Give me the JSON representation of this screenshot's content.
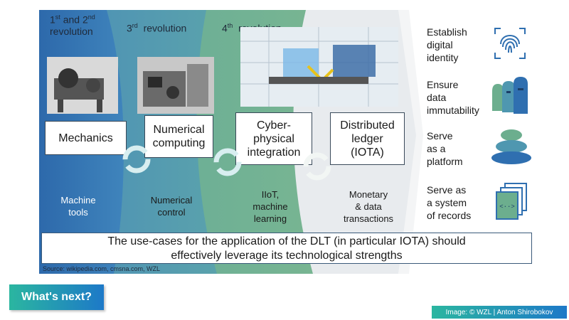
{
  "revolutions": [
    {
      "ordinal": "1",
      "suffix": "st",
      "and_word": "and",
      "ordinal2": "2",
      "suffix2": "nd",
      "word": "revolution"
    },
    {
      "ordinal": "3",
      "suffix": "rd",
      "word": "revolution"
    },
    {
      "ordinal": "4",
      "suffix": "th",
      "word": "revolution"
    }
  ],
  "boxes": [
    {
      "label": "Mechanics"
    },
    {
      "label_lines": [
        "Numerical",
        "computing"
      ]
    },
    {
      "label_lines": [
        "Cyber-",
        "physical",
        "integration"
      ]
    },
    {
      "label_lines": [
        "Distributed",
        "ledger",
        "(IOTA)"
      ]
    }
  ],
  "bottom_labels": [
    {
      "lines": [
        "Machine",
        "tools"
      ]
    },
    {
      "lines": [
        "Numerical",
        "control"
      ]
    },
    {
      "lines": [
        "IIoT,",
        "machine",
        "learning"
      ]
    },
    {
      "lines": [
        "Monetary",
        "& data",
        "transactions"
      ]
    }
  ],
  "strengths": [
    {
      "lines": [
        "Establish",
        "digital",
        "identity"
      ],
      "icon": "fingerprint-icon"
    },
    {
      "lines": [
        "Ensure",
        "data",
        "immutability"
      ],
      "icon": "moai-statues-icon"
    },
    {
      "lines": [
        "Serve",
        "as a",
        "platform"
      ],
      "icon": "stacked-stones-icon"
    },
    {
      "lines": [
        "Serve as",
        "a system",
        "of records"
      ],
      "icon": "documents-icon"
    }
  ],
  "caption": {
    "line1": "The use-cases for the application of the DLT (in particular IOTA) should",
    "line2": "effectively leverage its technological strengths"
  },
  "source": "Source: wikipedia.com, cmsna.com, WZL",
  "whats_next": "What's next?",
  "credit": "Image: © WZL | Anton Shirobokov",
  "colors": {
    "band1": "#3b78b5",
    "band2": "#4f97b0",
    "band3": "#6cae8e",
    "band4": "#e9ecee",
    "accent": "#2bb6a0",
    "icon_blue": "#2f6fb0"
  }
}
